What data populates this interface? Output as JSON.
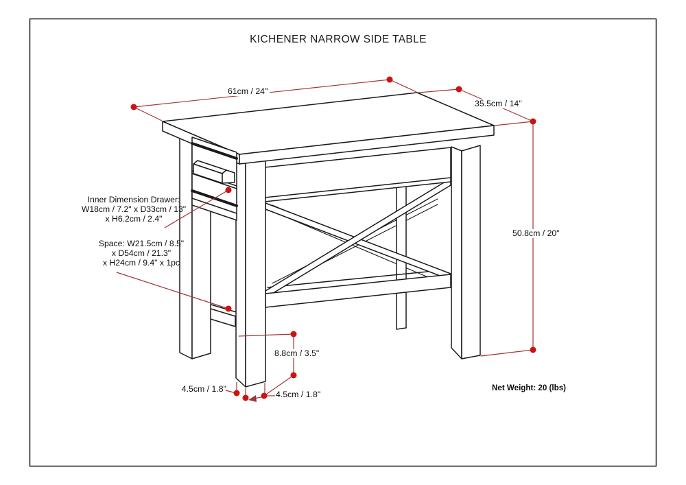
{
  "title": "KICHENER NARROW SIDE TABLE",
  "dimensions": {
    "width": "61cm / 24\"",
    "depth": "35.5cm / 14\"",
    "height": "50.8cm / 20\"",
    "shelf_clearance": "8.8cm / 3.5\"",
    "leg_width_left": "4.5cm / 1.8\"",
    "leg_width_right": "4.5cm / 1.8\""
  },
  "drawer_note": {
    "lines": [
      "Inner Dimension Drawer:",
      "W18cm / 7.2\" x D33cm / 13\"",
      "x H6.2cm / 2.4\""
    ]
  },
  "space_note": {
    "lines": [
      "Space: W21.5cm / 8.5\"",
      "x D54cm / 21.3\"",
      "x H24cm / 9.4\" x 1pc"
    ]
  },
  "net_weight": "Net Weight: 20 (lbs)",
  "colors": {
    "dimension_line": "#a33434",
    "dimension_dot": "#cc1212",
    "drawing_line": "#1a1a1a"
  }
}
